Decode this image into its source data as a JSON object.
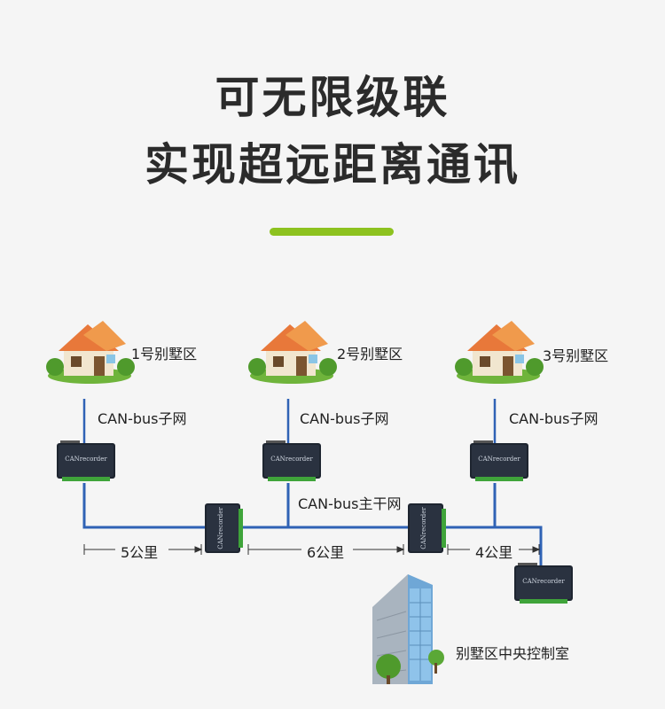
{
  "title": {
    "line1": "可无限级联",
    "line2": "实现超远距离通讯"
  },
  "colors": {
    "accent": "#8dc21f",
    "wire": "#2f62b5",
    "device": "#1e2530",
    "terminal": "#3fa43a"
  },
  "nodes": {
    "villa1": "1号别墅区",
    "villa2": "2号别墅区",
    "villa3": "3号别墅区",
    "control_room": "别墅区中央控制室"
  },
  "networks": {
    "sub1": "CAN-bus子网",
    "sub2": "CAN-bus子网",
    "sub3": "CAN-bus子网",
    "main": "CAN-bus主干网"
  },
  "distances": {
    "d1": "5公里",
    "d2": "6公里",
    "d3": "4公里"
  },
  "device_brand": "CANrecorder",
  "icons": [
    "house-icon",
    "building-icon",
    "tree-icon",
    "device-icon"
  ]
}
